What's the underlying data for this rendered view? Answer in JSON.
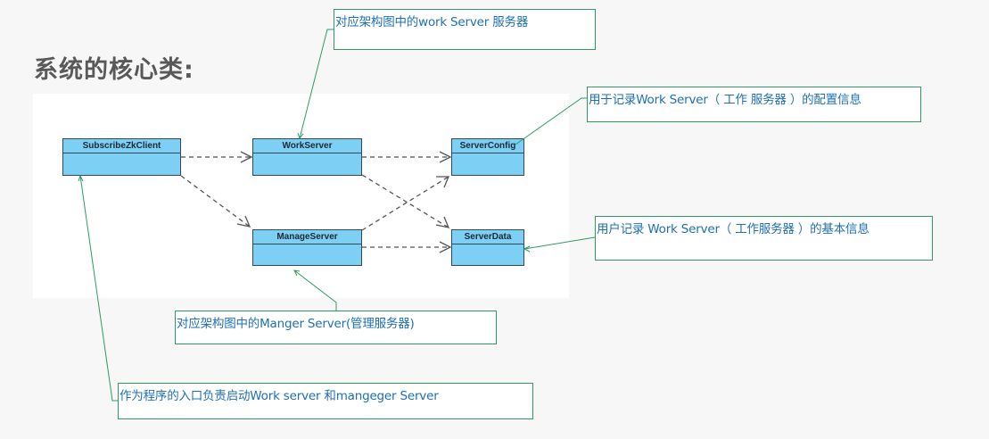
{
  "title": "系统的核心类:",
  "classes": {
    "subscribe_zk_client": "SubscribeZkClient",
    "work_server": "WorkServer",
    "server_config": "ServerConfig",
    "manage_server": "ManageServer",
    "server_data": "ServerData"
  },
  "dependencies": [
    {
      "from": "SubscribeZkClient",
      "to": "WorkServer"
    },
    {
      "from": "SubscribeZkClient",
      "to": "ManageServer"
    },
    {
      "from": "WorkServer",
      "to": "ServerConfig"
    },
    {
      "from": "WorkServer",
      "to": "ServerData"
    },
    {
      "from": "ManageServer",
      "to": "ServerConfig"
    },
    {
      "from": "ManageServer",
      "to": "ServerData"
    }
  ],
  "notes": {
    "work_server": "对应架构图中的work Server 服务器",
    "server_config": "用于记录Work Server（ 工作 服务器 ）的配置信息",
    "server_data": "用户记录 Work Server（ 工作服务器 ）的基本信息",
    "manage_server": "对应架构图中的Manger Server(管理服务器)",
    "subscribe_zk_client": "作为程序的入口负责启动Work server 和mangeger Server"
  },
  "colors": {
    "class_fill": "#7ecff4",
    "class_border": "#2f4a5a",
    "note_border": "#2e9a63",
    "note_text": "#1e6fb5",
    "dependency_line": "#555555"
  }
}
